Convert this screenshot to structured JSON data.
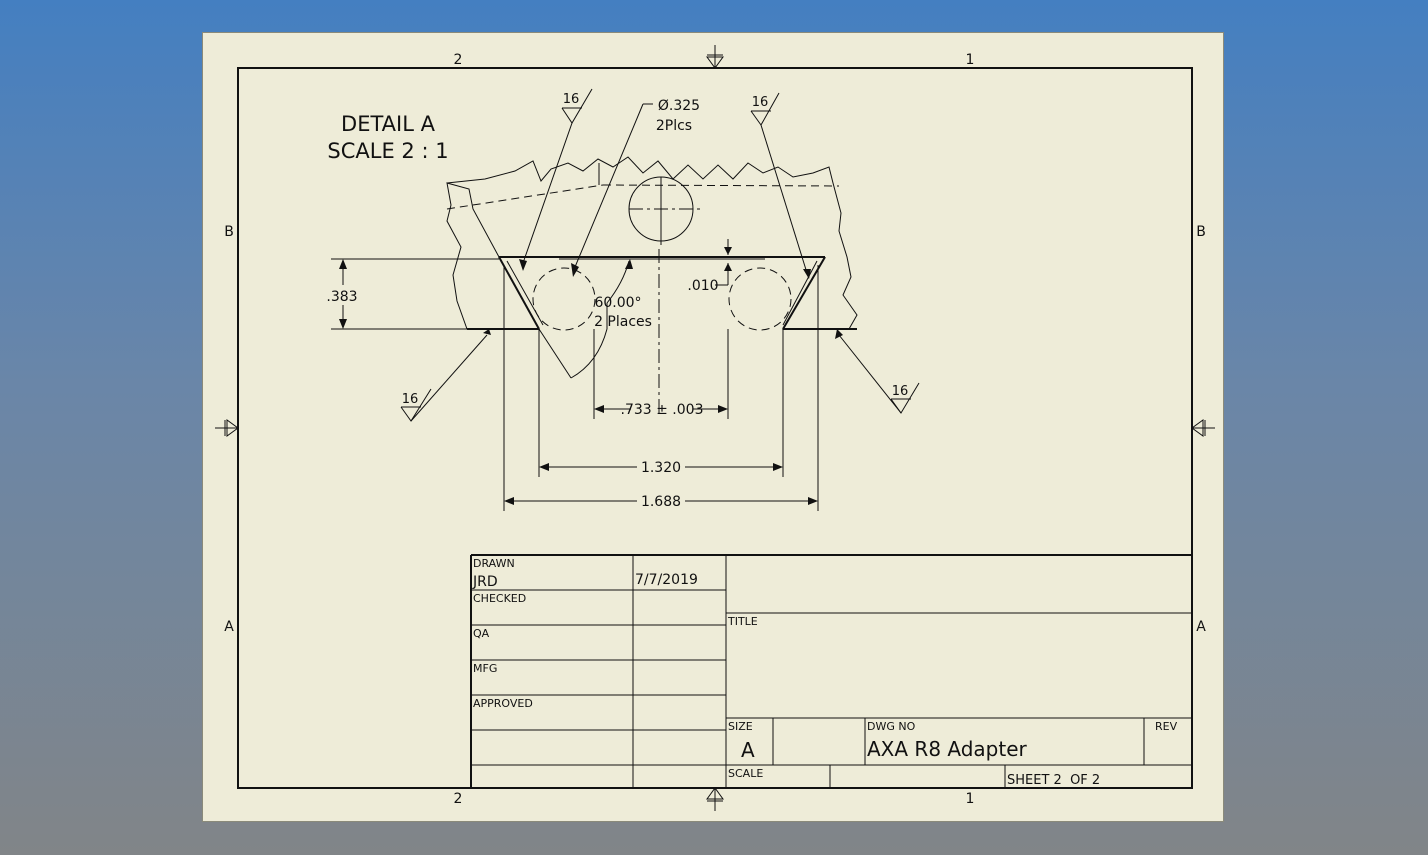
{
  "zones": {
    "top": [
      "2",
      "1"
    ],
    "bottom": [
      "2",
      "1"
    ],
    "left": [
      "B",
      "A"
    ],
    "right": [
      "B",
      "A"
    ]
  },
  "detail": {
    "name": "DETAIL  A",
    "scale": "SCALE 2 : 1"
  },
  "callouts": {
    "hole_dia": "Ø.325",
    "hole_places": "2Plcs",
    "angle": "60.00°",
    "angle_places": "2 Places",
    "depth": ".010",
    "height": ".383",
    "center_dist": ".733 ± .003",
    "inner_width": "1.320",
    "outer_width": "1.688",
    "finish": [
      "16",
      "16",
      "16",
      "16"
    ]
  },
  "title_block": {
    "drawn_label": "DRAWN",
    "drawn_by": "JRD",
    "drawn_date": "7/7/2019",
    "checked_label": "CHECKED",
    "qa_label": "QA",
    "mfg_label": "MFG",
    "approved_label": "APPROVED",
    "title_label": "TITLE",
    "size_label": "SIZE",
    "size_value": "A",
    "dwg_no_label": "DWG NO",
    "dwg_no_value": "AXA R8 Adapter",
    "rev_label": "REV",
    "scale_label": "SCALE",
    "sheet_text": "SHEET 2  OF 2"
  }
}
